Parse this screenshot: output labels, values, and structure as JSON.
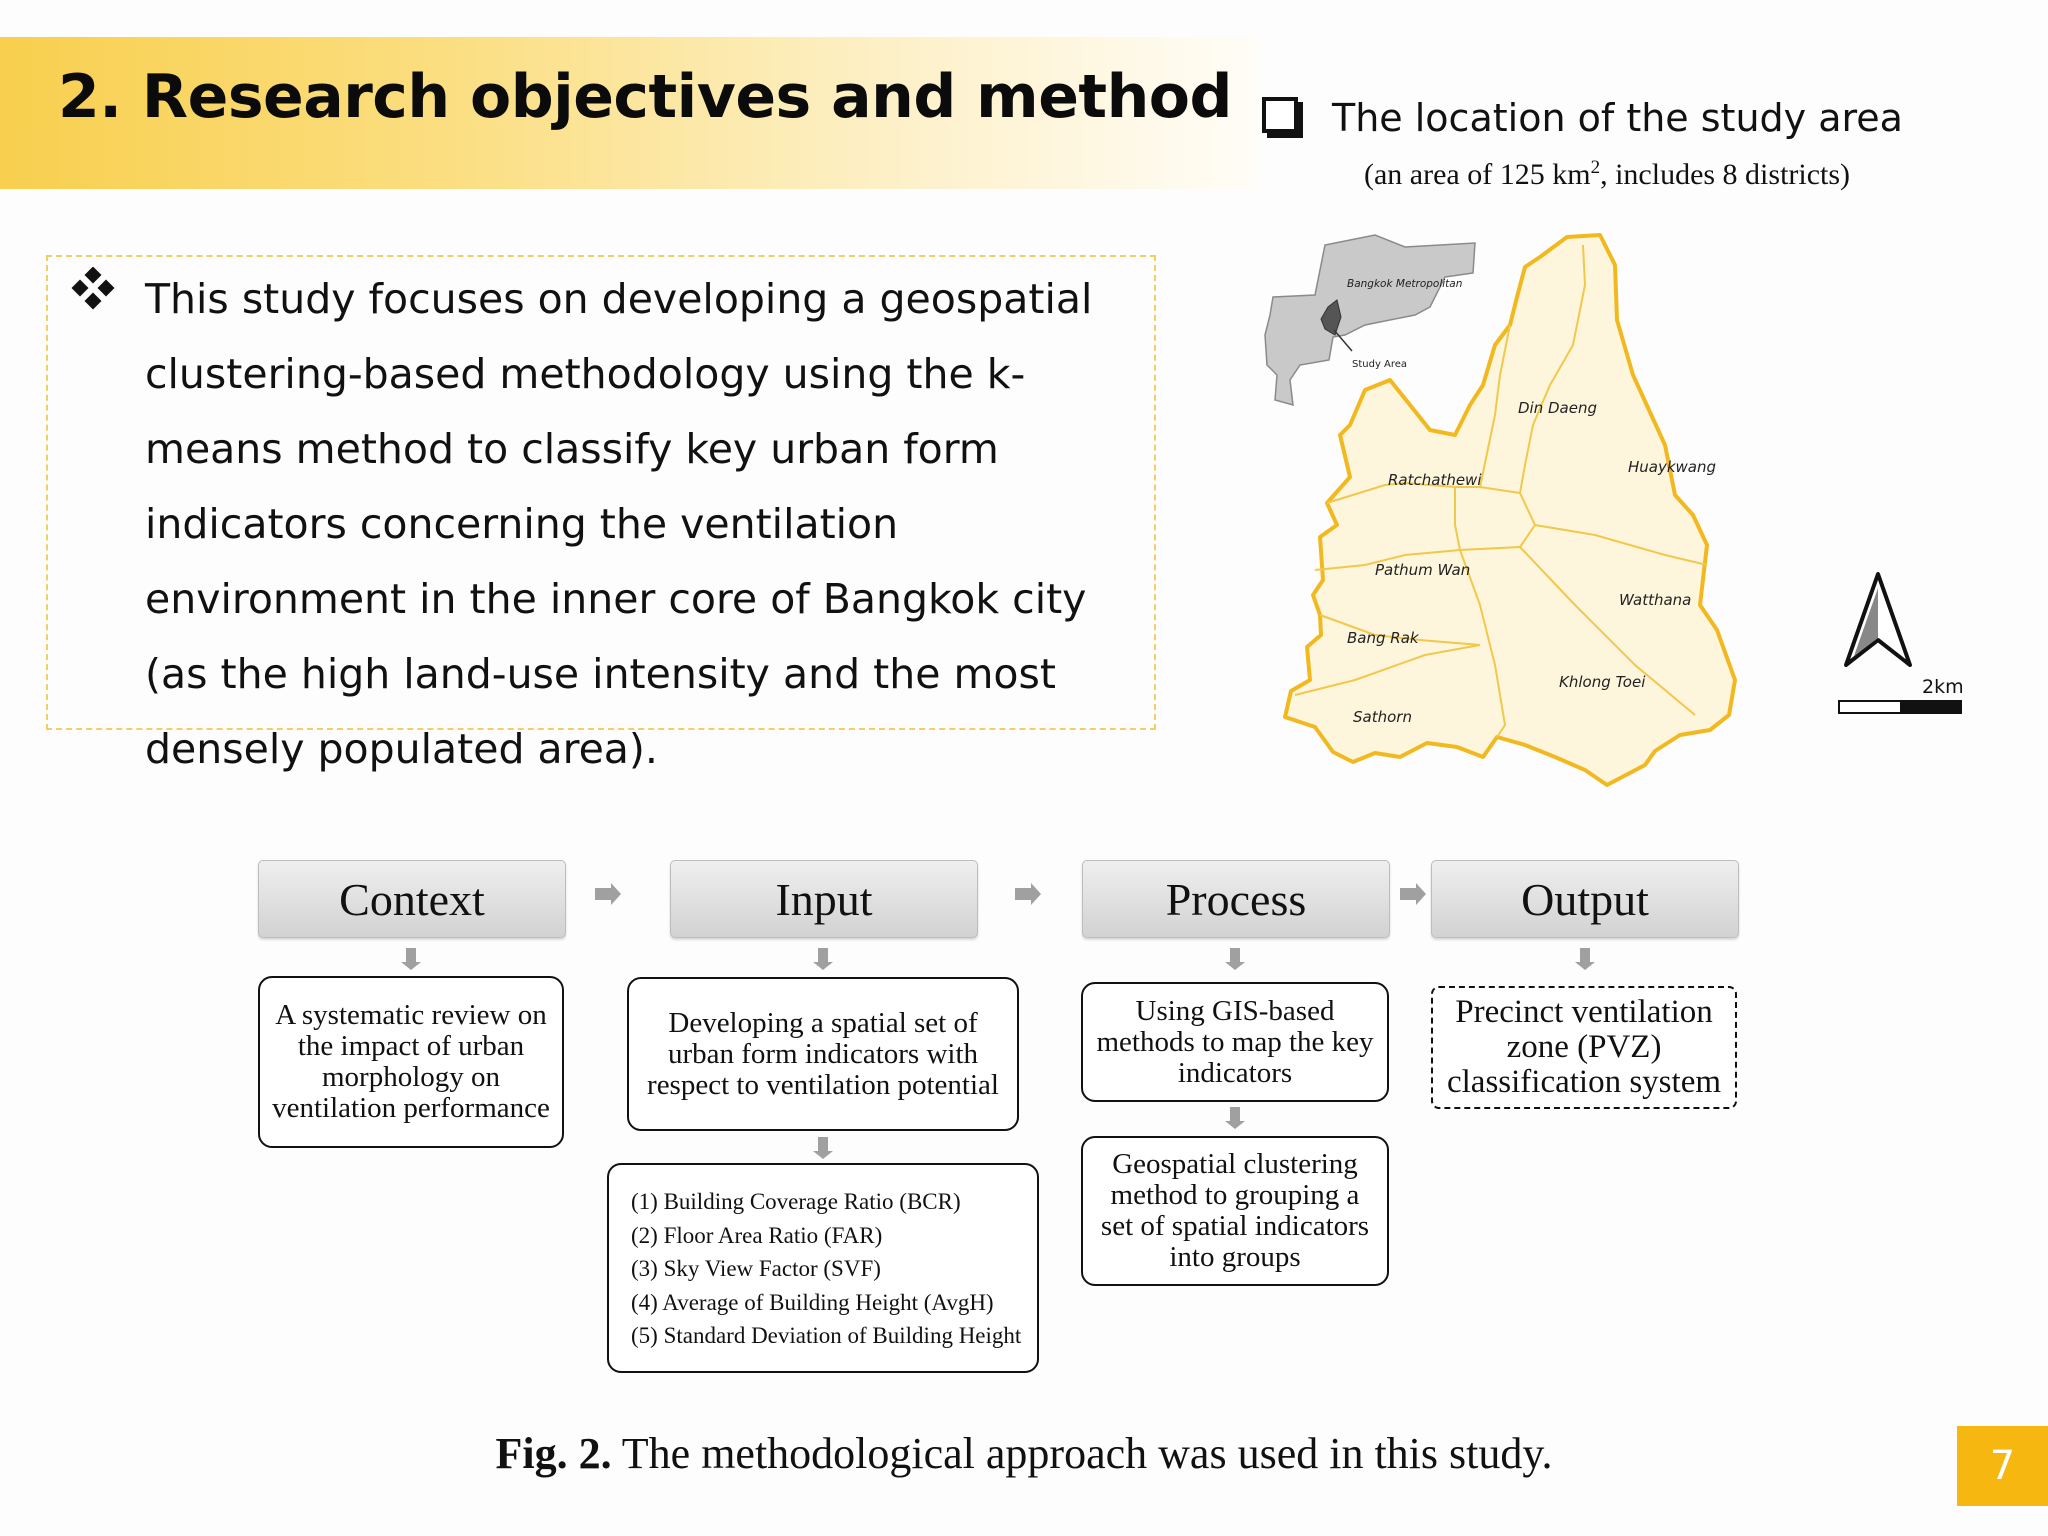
{
  "title": "2. Research objectives and method",
  "focus": {
    "bullet_icon": "diamond-cluster-bullet",
    "text": "This study focuses on developing a geospatial clustering-based methodology using the k-means method to classify key urban form indicators concerning the ventilation environment in the inner core of Bangkok city (as the high land-use intensity and the most densely populated area)."
  },
  "location": {
    "heading": "The location of the study area",
    "sub_before": "(an area of 125 km",
    "sub_sup": "2",
    "sub_after": ", includes 8 districts)"
  },
  "map": {
    "inset_label": "Bangkok Metropolitan",
    "inset_study": "Study Area",
    "districts": [
      "Din Daeng",
      "Huaykwang",
      "Ratchathewi",
      "Pathum Wan",
      "Watthana",
      "Bang Rak",
      "Khlong Toei",
      "Sathorn"
    ],
    "scale_label": "2km",
    "outline_color": "#f2b81f",
    "fill_color": "#fdf6dc"
  },
  "flow": {
    "headers": [
      "Context",
      "Input",
      "Process",
      "Output"
    ],
    "context_desc": "A systematic review on the impact of urban morphology on ventilation performance",
    "input_desc": "Developing a spatial set of urban form indicators with respect to ventilation potential",
    "indicators": [
      "(1) Building Coverage Ratio (BCR)",
      "(2) Floor Area Ratio (FAR)",
      "(3) Sky View Factor (SVF)",
      "(4) Average of Building Height (AvgH)",
      "(5) Standard Deviation of Building Height"
    ],
    "process_desc_1": "Using GIS-based methods to map the key indicators",
    "process_desc_2": "Geospatial clustering method to grouping a set of spatial indicators into groups",
    "output_desc": "Precinct ventilation zone (PVZ) classification system"
  },
  "caption": {
    "label": "Fig. 2.",
    "text": " The methodological approach was used in this study."
  },
  "page_number": "7",
  "colors": {
    "accent": "#f5b710",
    "title_band": "#f8cf4e"
  }
}
